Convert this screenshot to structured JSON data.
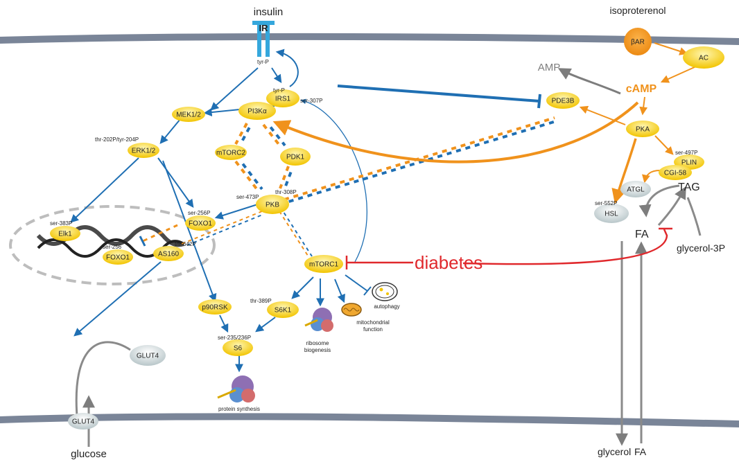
{
  "labels": {
    "insulin": "insulin",
    "ir": "IR",
    "isoproterenol": "isoproterenol",
    "bar": "βAR",
    "ac": "AC",
    "amp": "AMP",
    "camp": "cAMP",
    "diabetes": "diabetes",
    "tag": "TAG",
    "fa": "FA",
    "glycerol3p": "glycerol-3P",
    "glycerol_out": "glycerol",
    "fa_out": "FA",
    "glucose": "glucose",
    "autophagy": "autophagy",
    "ribosome": "ribosome",
    "biogenesis": "biogenesis",
    "mito1": "mitochondrial",
    "mito2": "function",
    "protein_synthesis": "protein synthesis"
  },
  "nodes": {
    "irs1": "IRS1",
    "pi3k": "PI3Kα",
    "mek": "MEK1/2",
    "erk": "ERK1/2",
    "mtorc2": "mTORC2",
    "pdk1": "PDK1",
    "pkb": "PKB",
    "foxo1": "FOXO1",
    "foxo1_nuc": "FOXO1",
    "elk1": "Elk1",
    "as160": "AS160",
    "mtorc1": "mTORC1",
    "p90rsk": "p90RSK",
    "s6k1": "S6K1",
    "s6": "S6",
    "glut4_ves": "GLUT4",
    "glut4_mem": "GLUT4",
    "pde3b": "PDE3B",
    "pka": "PKA",
    "plin": "PLIN",
    "cgi58": "CGI-58",
    "atgl": "ATGL",
    "hsl": "HSL"
  },
  "mods": {
    "tyrp_ir": "tyr-P",
    "tyrp_irs": "tyr-P",
    "ser307": "ser-307P",
    "erk_mod": "thr-202P/tyr-204P",
    "ser473": "ser-473P",
    "thr308": "thr-308P",
    "ser256": "ser-256P",
    "ser256_nuc": "ser-256",
    "ser383": "ser-383P",
    "thr642": "thr-642P",
    "thr389": "thr-389P",
    "ser235": "ser-235/236P",
    "ser497": "ser-497P",
    "ser552": "ser-552P"
  },
  "colors": {
    "insulin_pathway": "#1f6fb3",
    "camp_pathway": "#f0921c",
    "diabetes": "#e0282c",
    "membrane": "#7a8598",
    "node_yellow": "#f6d21a",
    "node_gray": "#c7d1d3",
    "receptor": "#35a7dc",
    "bar_orange": "#f0921c",
    "gray_arrow": "#7d7d7d"
  }
}
